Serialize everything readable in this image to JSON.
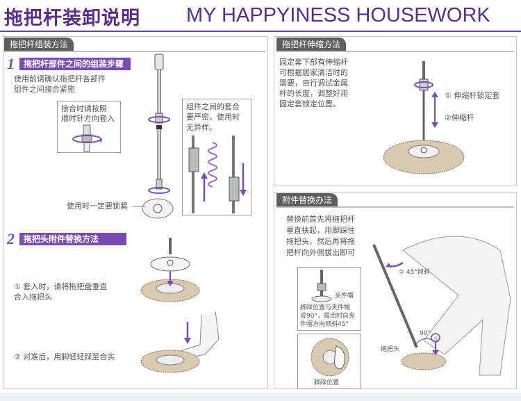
{
  "title": {
    "cn": "拖把杆装卸说明",
    "en": "MY HAPPYINESS HOUSEWORK"
  },
  "left_section": {
    "tab": "拖把杆组装方法",
    "step1": {
      "num": "1",
      "label": "拖把杆部件之间的组装步骤",
      "desc_line1": "使用前请确认拖把杆各部件",
      "desc_line2": "组件之间接合紧密",
      "callout1_line1": "接合时请按照",
      "callout1_line2": "顺时针方向套入",
      "callout2_line1": "组件之间的套合",
      "callout2_line2": "要严密，使用时",
      "callout2_line3": "无异样。",
      "lock_note": "使用时一定要锁紧"
    },
    "step2": {
      "num": "2",
      "label": "拖把头附件替换方法",
      "note1_line1": "① 套入时，请将拖把盘垂直",
      "note1_line2": "合入拖把头",
      "note2": "② 对准后，用脚轻轻踩至合实"
    }
  },
  "right_top": {
    "tab": "拖把杆伸缩方法",
    "desc": [
      "固定套下部有伸缩杆",
      "可根据居家清洁时的",
      "需要，自行调试金属",
      "杆的长度，调整好用",
      "固定套锁定位置。"
    ],
    "label1": "① 伸缩杆锁定套",
    "label2": "②伸缩杆"
  },
  "right_bottom": {
    "tab": "附件替换办法",
    "desc": [
      "替换前首先将拖把杆",
      "垂直扶起，用脚踩住",
      "拖把头，然后再将拖",
      "把杆向外侧拔出即可"
    ],
    "angle45": "② 45°倾斜",
    "clip_label": "夹件帽",
    "foot_note": [
      "脚踩位置与夹件帽",
      "成90°，拔出时向夹",
      "件帽方向倾斜45°"
    ],
    "angle90": "90°",
    "circle1": "①",
    "mop_head": "拖把头",
    "foot_pos": "脚踩位置"
  },
  "colors": {
    "accent": "#5a2c8c",
    "step_bar": "#7a4bb6",
    "tab_bg": "#5e5e5e"
  }
}
